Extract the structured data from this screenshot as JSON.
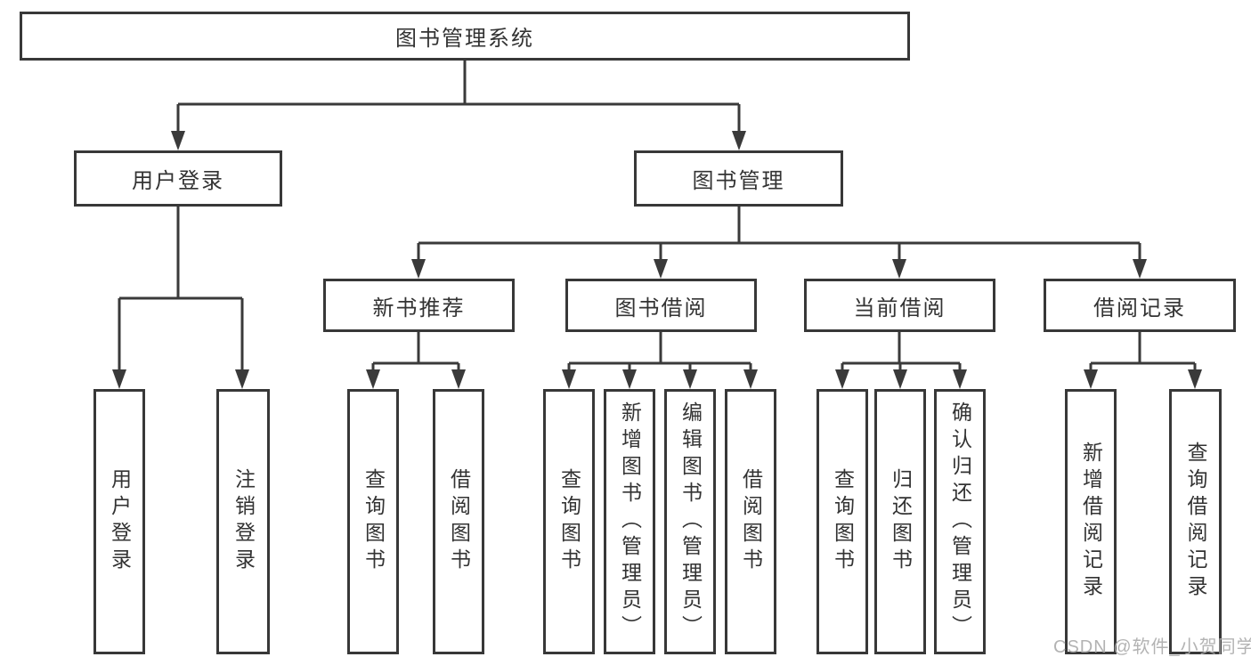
{
  "diagram": {
    "root_label": "图书管理系统",
    "level2": {
      "user_login": "用户登录",
      "book_management": "图书管理"
    },
    "level3": {
      "new_book_recommend": "新书推荐",
      "book_borrowing": "图书借阅",
      "current_borrowing": "当前借阅",
      "borrowing_records": "借阅记录"
    },
    "leaves": {
      "user_login": [
        "用户登录",
        "注销登录"
      ],
      "new_book_recommend": [
        "查询图书",
        "借阅图书"
      ],
      "book_borrowing": [
        "查询图书",
        "新增图书（管理员）",
        "编辑图书（管理员）",
        "借阅图书"
      ],
      "current_borrowing": [
        "查询图书",
        "归还图书",
        "确认归还（管理员）"
      ],
      "borrowing_records": [
        "新增借阅记录",
        "查询借阅记录"
      ]
    }
  },
  "watermark": {
    "text": "CSDN @软件_小贺同学"
  },
  "colors": {
    "line": "#3a3a3a",
    "text": "#333333",
    "background": "#ffffff",
    "watermark": "#ababab"
  }
}
